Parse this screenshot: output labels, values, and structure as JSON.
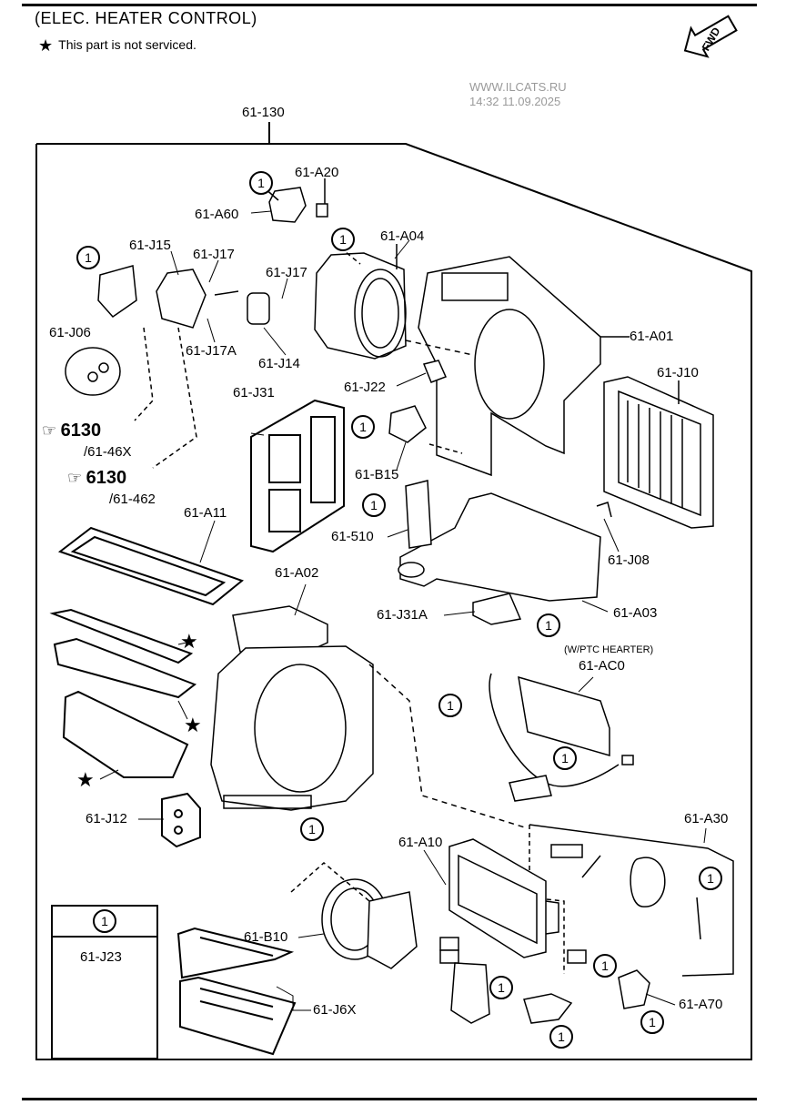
{
  "header": {
    "title": "(ELEC. HEATER CONTROL)",
    "note": "This part is not serviced.",
    "star_symbol": "★"
  },
  "watermark": {
    "line1": "WWW.ILCATS.RU",
    "line2": "14:32 11.09.2025"
  },
  "fwd_label": "FWD",
  "reference_symbol": "1",
  "parts": {
    "p61_130": "61-130",
    "p61_A20": "61-A20",
    "p61_A60": "61-A60",
    "p61_A04": "61-A04",
    "p61_J15": "61-J15",
    "p61_J17_a": "61-J17",
    "p61_J17_b": "61-J17",
    "p61_J06": "61-J06",
    "p61_J17A": "61-J17A",
    "p61_J14": "61-J14",
    "p61_A01": "61-A01",
    "p61_J10": "61-J10",
    "p61_J22": "61-J22",
    "p61_J31": "61-J31",
    "p61_B15": "61-B15",
    "p61_510": "61-510",
    "p61_J08": "61-J08",
    "p61_A11": "61-A11",
    "p61_A02": "61-A02",
    "p61_J31A": "61-J31A",
    "p61_A03": "61-A03",
    "ptc_note": "(W/PTC HEARTER)",
    "p61_AC0": "61-AC0",
    "p61_J12": "61-J12",
    "p61_A30": "61-A30",
    "p61_A10": "61-A10",
    "p61_B10": "61-B10",
    "p61_J6X": "61-J6X",
    "p61_A70": "61-A70",
    "p61_J23": "61-J23"
  },
  "refs": {
    "ref1": {
      "num": "6130",
      "sub": "/61-46X"
    },
    "ref2": {
      "num": "6130",
      "sub": "/61-462"
    }
  }
}
